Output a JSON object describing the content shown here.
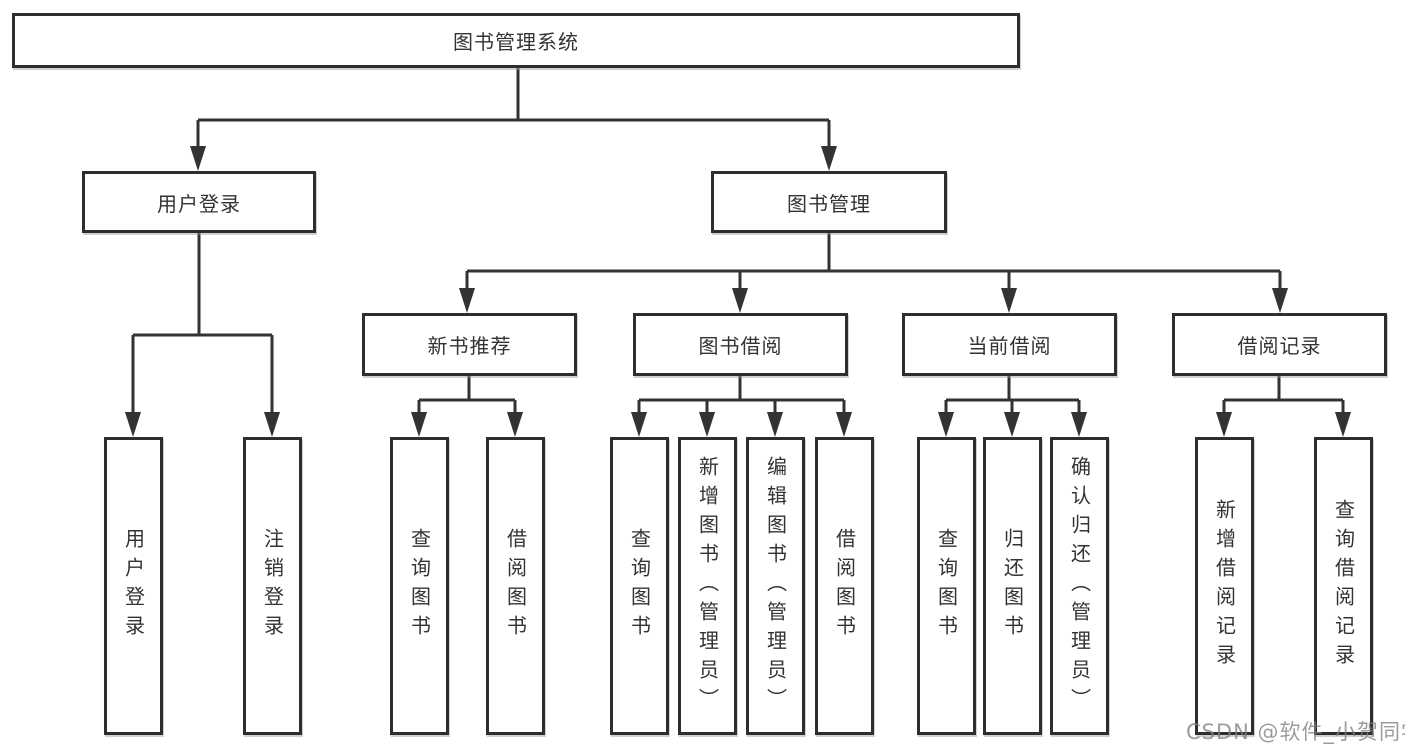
{
  "diagram": {
    "type": "tree",
    "root": {
      "label": "图书管理系统"
    },
    "level2": [
      {
        "label": "用户登录",
        "parent": "图书管理系统"
      },
      {
        "label": "图书管理",
        "parent": "图书管理系统"
      }
    ],
    "level3": [
      {
        "label": "新书推荐",
        "parent": "图书管理"
      },
      {
        "label": "图书借阅",
        "parent": "图书管理"
      },
      {
        "label": "当前借阅",
        "parent": "图书管理"
      },
      {
        "label": "借阅记录",
        "parent": "图书管理"
      }
    ],
    "leaves": [
      {
        "label": "用户登录",
        "parent": "用户登录"
      },
      {
        "label": "注销登录",
        "parent": "用户登录"
      },
      {
        "label": "查询图书",
        "parent": "新书推荐"
      },
      {
        "label": "借阅图书",
        "parent": "新书推荐"
      },
      {
        "label": "查询图书",
        "parent": "图书借阅"
      },
      {
        "label": "新增图书（管理员）",
        "parent": "图书借阅"
      },
      {
        "label": "编辑图书（管理员）",
        "parent": "图书借阅"
      },
      {
        "label": "借阅图书",
        "parent": "图书借阅"
      },
      {
        "label": "查询图书",
        "parent": "当前借阅"
      },
      {
        "label": "归还图书",
        "parent": "当前借阅"
      },
      {
        "label": "确认归还（管理员）",
        "parent": "当前借阅"
      },
      {
        "label": "新增借阅记录",
        "parent": "借阅记录"
      },
      {
        "label": "查询借阅记录",
        "parent": "借阅记录"
      }
    ]
  },
  "watermark": "CSDN @软件_小贺同学",
  "colors": {
    "line": "#333333",
    "box_border": "#2e2e2e",
    "text": "#333333",
    "background": "#ffffff",
    "watermark": "#808080"
  }
}
